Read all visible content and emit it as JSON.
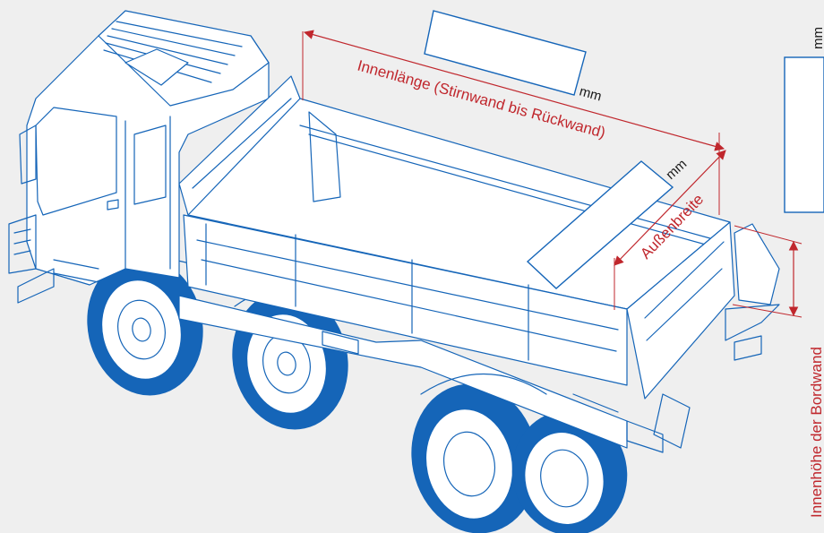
{
  "labels": {
    "inner_length": "Innenlänge (Stirnwand bis Rückwand)",
    "outer_width": "Außenbreite",
    "side_wall_height": "Innenhöhe der Bordwand"
  },
  "units": {
    "length_unit": "mm",
    "width_unit": "mm",
    "height_unit": "mm"
  },
  "inputs": {
    "inner_length_value": "",
    "outer_width_value": "",
    "side_wall_height_value": ""
  },
  "colors": {
    "background": "#efefef",
    "line_art": "#1565b8",
    "dimension": "#c0272d",
    "field_fill": "#ffffff"
  },
  "icons": {
    "truck": "dump-truck-line-art-icon",
    "arrow": "double-arrow-icon"
  }
}
